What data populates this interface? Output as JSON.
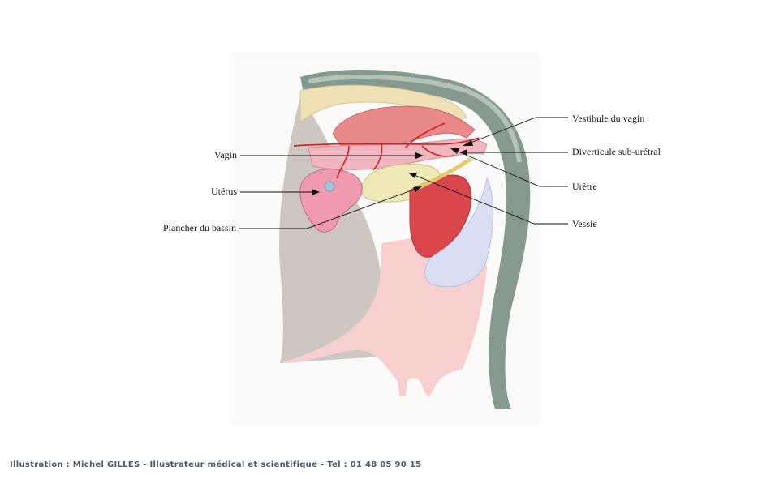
{
  "labels": {
    "vagin": "Vagin",
    "uterus": "Utérus",
    "plancher": "Plancher du bassin",
    "vestibule": "Vestibule du vagin",
    "diverticule": "Diverticule sub-urétral",
    "uretre": "Urètre",
    "vessie": "Vessie"
  },
  "credit": "Illustration : Michel GILLES - Illustrateur médical et scientifique  - Tel : 01 48 05 90 15",
  "colors": {
    "skin": "#f6c9c6",
    "udder": "#f5cfd0",
    "tail": "#7e958a",
    "spine": "#efe0b4",
    "rectum": "#e98b8b",
    "bladder": "#efe9b8",
    "uterus": "#f09ab0",
    "muscle": "#d9474d",
    "fascia": "#d9def3",
    "shadow": "#a89d95",
    "artery": "#d11f1f"
  }
}
